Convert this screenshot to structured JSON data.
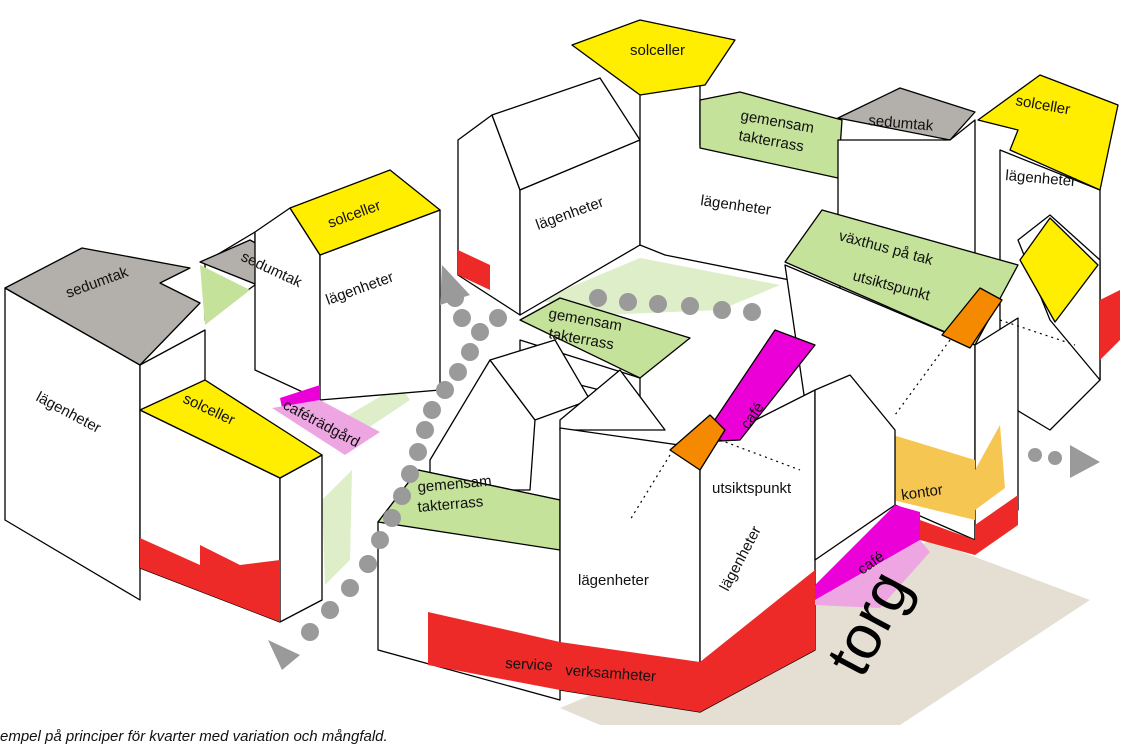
{
  "colors": {
    "solar": "#ffee00",
    "sedum": "#b3b0ab",
    "terrace": "#c4e29a",
    "service": "#ee2a28",
    "cafe": "#ec00d8",
    "cafe_light": "#eda6e2",
    "office": "#f6c652",
    "lookout": "#f58a00",
    "square": "#e5ded2",
    "path": "#9a9a9a",
    "greenery": "#ddeec9"
  },
  "labels": {
    "sedumtak_1": "sedumtak",
    "sedumtak_2": "sedumtak",
    "sedumtak_3": "sedumtak",
    "solceller_1": "solceller",
    "solceller_2": "solceller",
    "solceller_3": "solceller",
    "solceller_4": "solceller",
    "lagenheter_1": "lägenheter",
    "lagenheter_2": "lägenheter",
    "lagenheter_3": "lägenheter",
    "lagenheter_4": "lägenheter",
    "lagenheter_5": "lägenheter",
    "lagenheter_6": "lägenheter",
    "lagenheter_7": "lägenheter",
    "gemensam_1": "gemensam",
    "takterrass_1": "takterrass",
    "gemensam_2": "gemensam",
    "takterrass_2": "takterrass",
    "gemensam_3": "gemensam",
    "takterrass_3": "takterrass",
    "vaxthus": "växthus på tak",
    "utsiktspunkt_1": "utsiktspunkt",
    "utsiktspunkt_2": "utsiktspunkt",
    "cafetradgard": "caféträdgård",
    "cafe_1": "café",
    "cafe_2": "café",
    "kontor": "kontor",
    "service": "service",
    "verksamheter": "verksamheter",
    "torg": "torg"
  },
  "caption": "empel på principer för kvarter med variation och mångfald."
}
